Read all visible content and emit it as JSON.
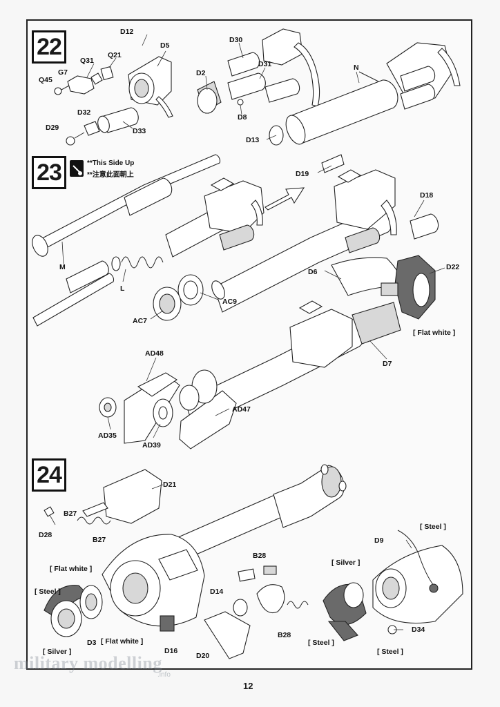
{
  "page_number": "12",
  "watermark": {
    "main": "military modelling",
    "sub": ".info"
  },
  "steps": [
    {
      "number": "22",
      "labels": [
        "D12",
        "Q21",
        "D5",
        "Q31",
        "G7",
        "Q45",
        "D32",
        "D29",
        "D33",
        "D30",
        "D31",
        "D2",
        "D8",
        "D13",
        "N"
      ]
    },
    {
      "number": "23",
      "note_line1": "**This Side Up",
      "note_line2": "**注意此面朝上",
      "labels": [
        "D19",
        "D18",
        "M",
        "L",
        "AC9",
        "AC7",
        "D6",
        "D22",
        "D7",
        "AD48",
        "AD47",
        "AD35",
        "AD39"
      ],
      "flat_white": "[ Flat white ]"
    },
    {
      "number": "24",
      "labels": [
        "D21",
        "B27",
        "B27",
        "D28",
        "B28",
        "B28",
        "D14",
        "D20",
        "D3",
        "D16",
        "D9",
        "D34"
      ],
      "paint": {
        "flat_white_a": "[ Flat white ]",
        "steel_a": "[ Steel ]",
        "silver_a": "[ Silver ]",
        "flat_white_b": "[ Flat white ]",
        "silver_b": "[ Silver ]",
        "steel_b": "[ Steel ]",
        "steel_c": "[ Steel ]",
        "steel_d": "[ Steel ]"
      }
    }
  ]
}
